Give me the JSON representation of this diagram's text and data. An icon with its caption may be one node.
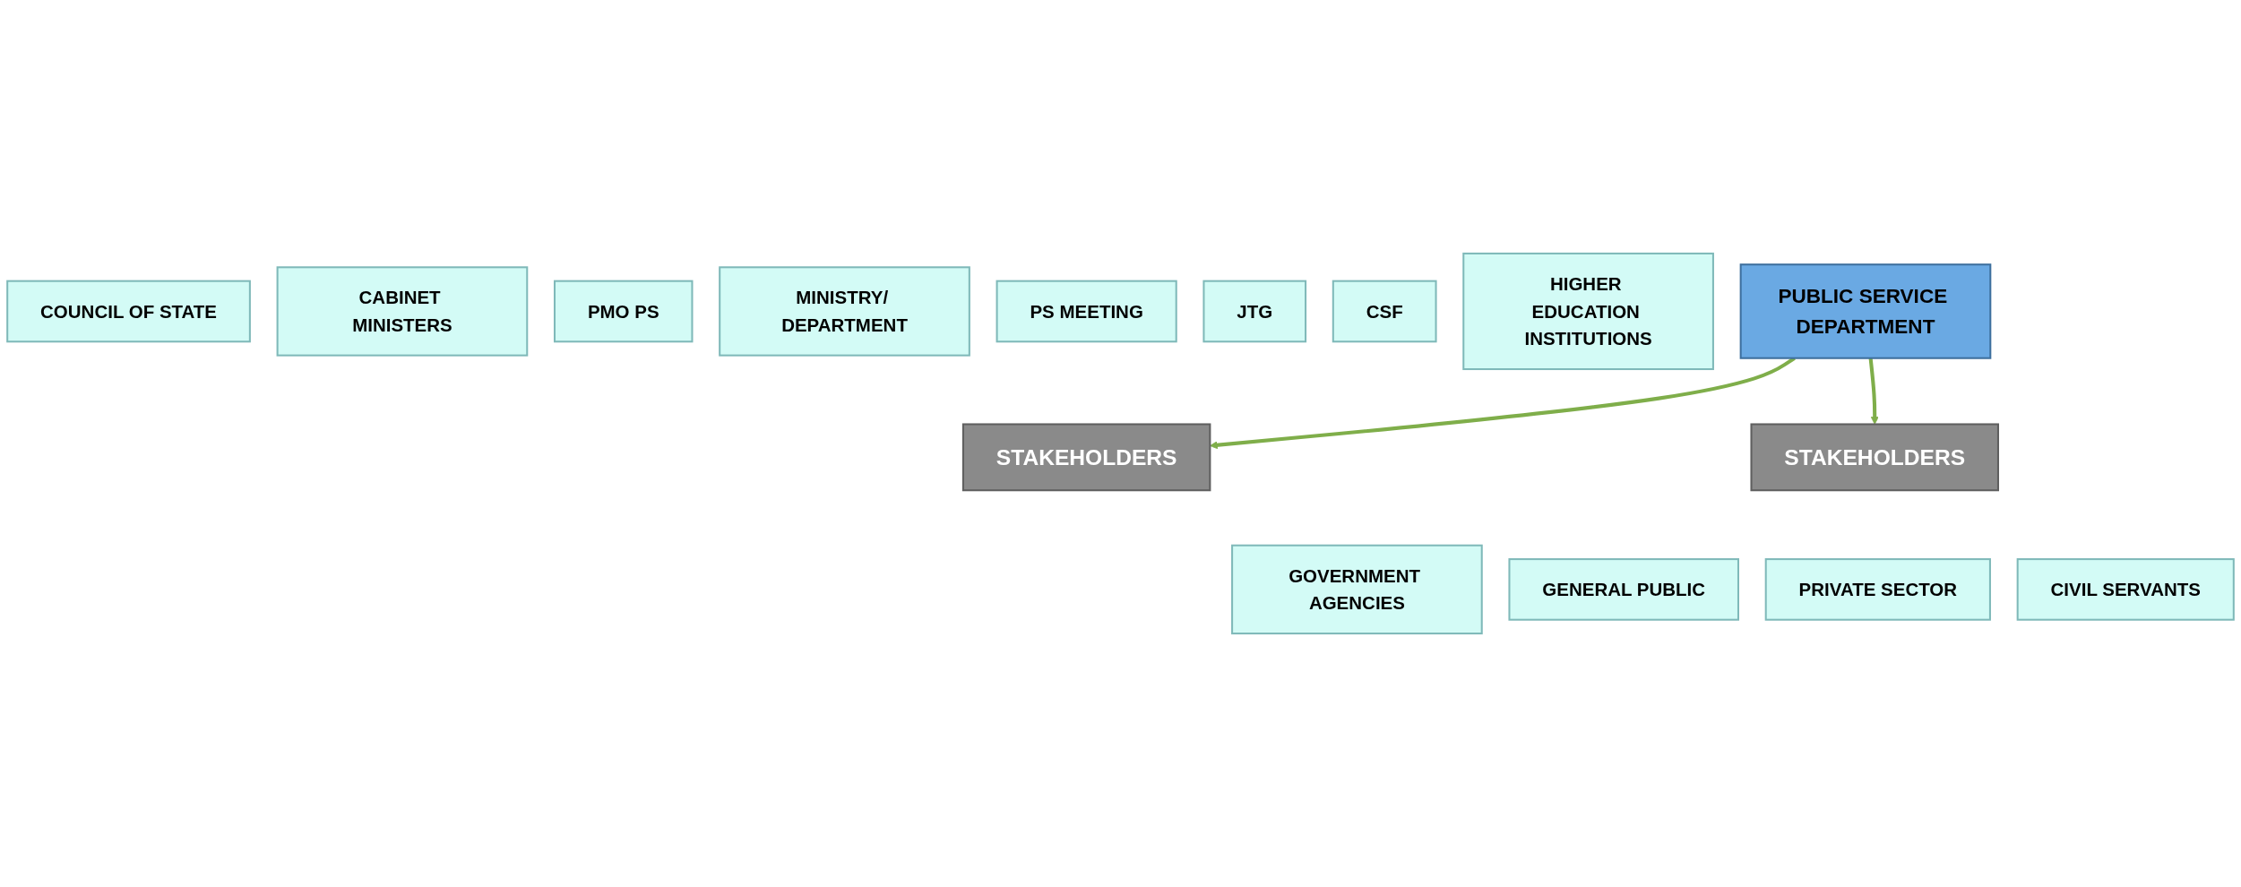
{
  "diagram": {
    "nodes": [
      {
        "text": [
          "COUNCIL OF STATE"
        ]
      },
      {
        "text": [
          "CABINET MINISTERS"
        ]
      },
      {
        "text": [
          "PMO PS"
        ]
      },
      {
        "text": [
          "MINISTRY/ DEPARTMENT"
        ]
      },
      {
        "text": [
          "PS MEETING"
        ]
      },
      {
        "text": [
          "JTG"
        ]
      },
      {
        "text": [
          "CSF"
        ]
      },
      {
        "text": [
          "HIGHER EDUCATION INSTITUTIONS"
        ]
      },
      {
        "text": [
          "STAKEHOLDERS"
        ]
      },
      {
        "text": [
          "PUBLIC SERVICE DEPARTMENT"
        ]
      },
      {
        "text": [
          "STAKEHOLDERS"
        ]
      },
      {
        "text": [
          "GOVERNMENT AGENCIES"
        ]
      },
      {
        "text": [
          "GENERAL PUBLIC"
        ]
      },
      {
        "text": [
          "PRIVATE SECTOR"
        ]
      },
      {
        "text": [
          "CIVIL SERVANTS"
        ]
      }
    ],
    "edges": [
      {
        "from": 9,
        "to": 8,
        "arrow": "to"
      },
      {
        "from": 9,
        "to": 10,
        "arrow": "to"
      }
    ]
  }
}
